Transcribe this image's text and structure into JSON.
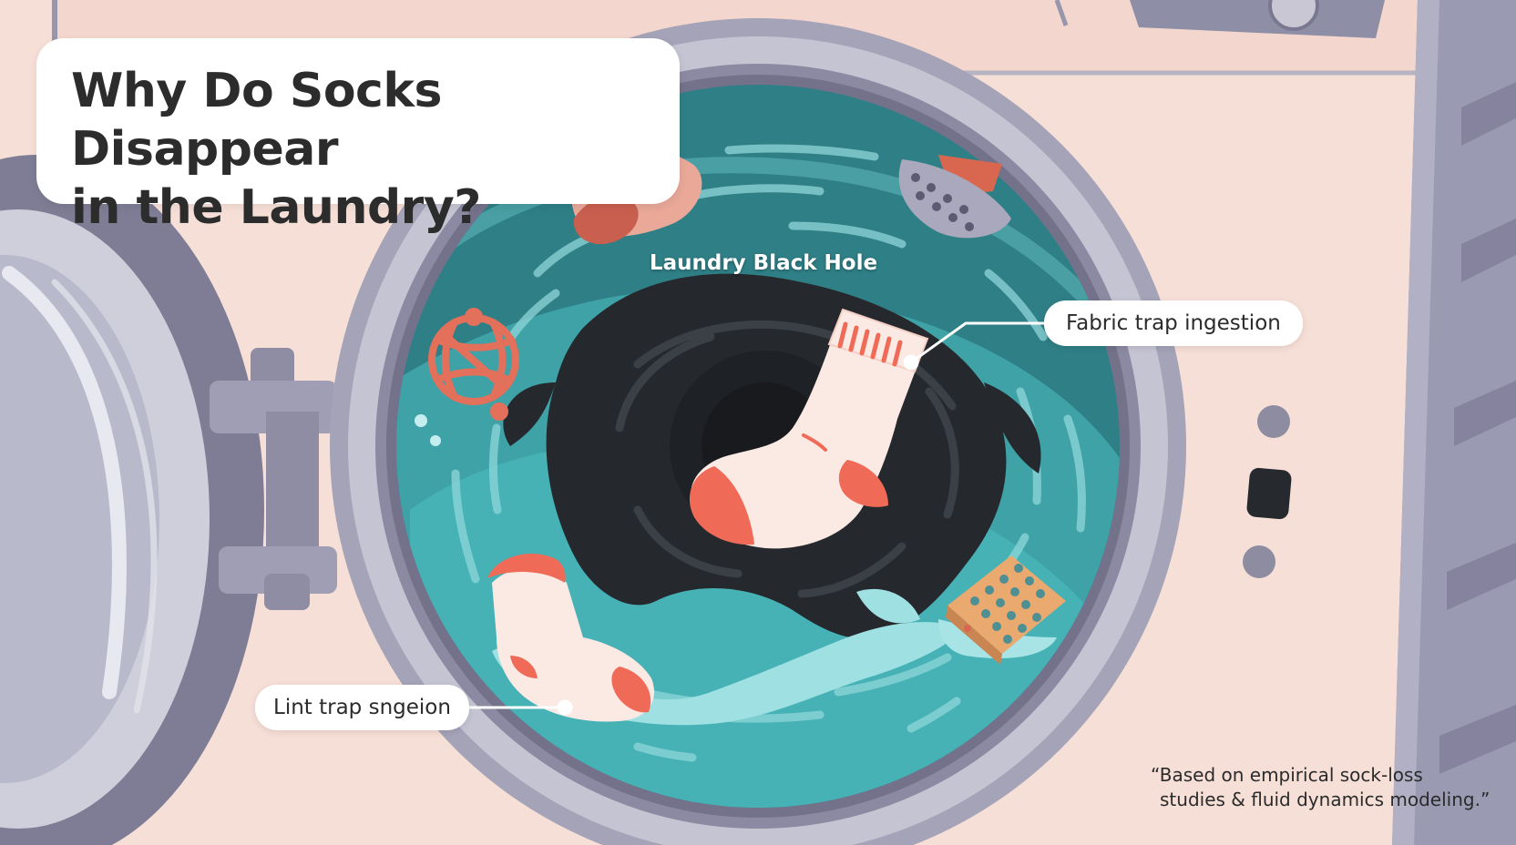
{
  "title": {
    "line1": "Why Do Socks Disappear",
    "line2": "in the Laundry?"
  },
  "diagram": {
    "center_label": "Laundry Black Hole",
    "callouts": [
      {
        "label": "Fabric trap ingestion"
      },
      {
        "label": "Lint trap sngeion"
      }
    ],
    "footnote": {
      "line1": "“Based on empirical sock-loss",
      "line2": "studies & fluid dynamics modeling.”"
    }
  },
  "colors": {
    "background": "#f6dfd7",
    "machine_gray": "#8e8ea6",
    "water_teal": "#3e9aa0",
    "water_light": "#9ee0e3",
    "vortex_dark": "#23272c",
    "sock_white": "#fbe9e3",
    "sock_coral": "#ef6b57"
  },
  "icons": [
    "sock-icon",
    "sponge-icon",
    "brush-icon",
    "mesh-ball-icon",
    "vortex-icon"
  ]
}
